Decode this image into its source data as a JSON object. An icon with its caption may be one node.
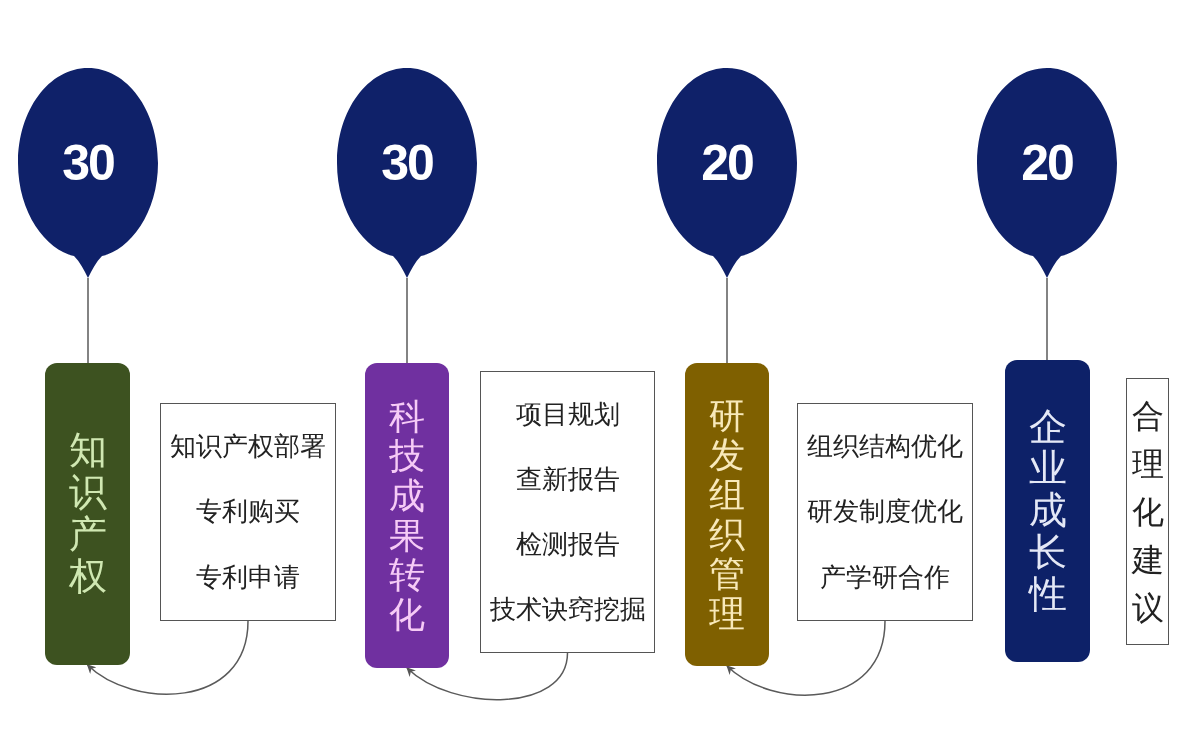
{
  "diagram": {
    "nodes": [
      {
        "text": [
          "30"
        ]
      },
      {
        "text": [
          "知识产权"
        ]
      },
      {
        "text": [
          "知识产权部署",
          "专利购买",
          "专利申请"
        ]
      },
      {
        "text": [
          "30"
        ]
      },
      {
        "text": [
          "科技成果转化"
        ]
      },
      {
        "text": [
          "项目规划",
          "查新报告",
          "检测报告",
          "技术诀窍挖掘"
        ]
      },
      {
        "text": [
          "20"
        ]
      },
      {
        "text": [
          "研发组织管理"
        ]
      },
      {
        "text": [
          "组织结构优化",
          "研发制度优化",
          "产学研合作"
        ]
      },
      {
        "text": [
          "20"
        ]
      },
      {
        "text": [
          "企业成长性"
        ]
      },
      {
        "text": [
          "合理化建议"
        ]
      }
    ],
    "edges": [
      {
        "from": 0,
        "to": 1,
        "arrow": "none"
      },
      {
        "from": 2,
        "to": 1,
        "arrow": "to"
      },
      {
        "from": 3,
        "to": 4,
        "arrow": "none"
      },
      {
        "from": 5,
        "to": 4,
        "arrow": "to"
      },
      {
        "from": 6,
        "to": 7,
        "arrow": "none"
      },
      {
        "from": 8,
        "to": 7,
        "arrow": "to"
      },
      {
        "from": 9,
        "to": 10,
        "arrow": "none"
      }
    ]
  }
}
